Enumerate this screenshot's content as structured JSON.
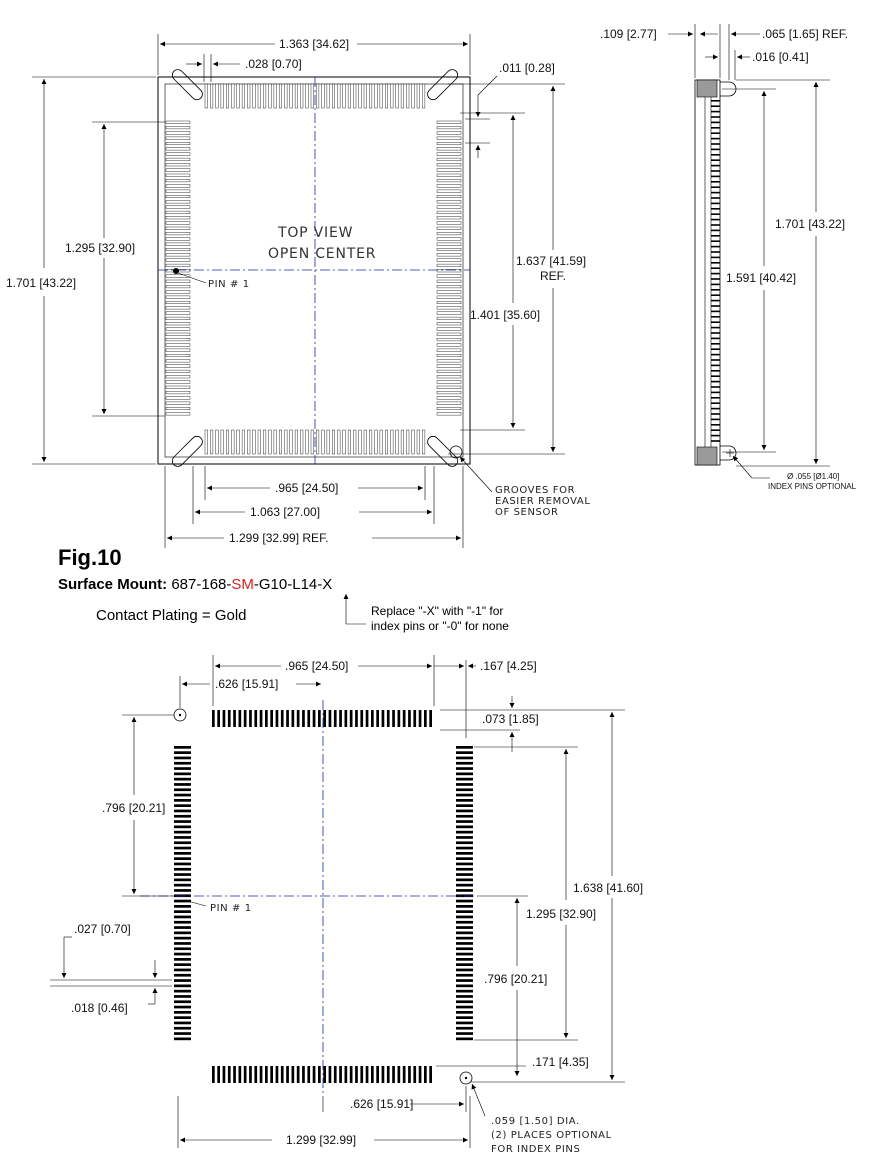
{
  "figure": {
    "title": "Fig.10",
    "part_label": "Surface Mount:",
    "part_prefix": " 687-168-",
    "part_highlight": "SM",
    "part_suffix": "-G10-L14-X",
    "highlight_color": "#e0201b",
    "plating": "Contact Plating = Gold",
    "replace_note_1": "Replace \"-X\" with \"-1\" for",
    "replace_note_2": "index pins or \"-0\" for none"
  },
  "top_view": {
    "label_1": "TOP VIEW",
    "label_2": "OPEN CENTER",
    "pin1": "PIN # 1",
    "dims": {
      "overall_width": "1.363 [34.62]",
      "pin_width": ".028 [0.70]",
      "gap": ".011 [0.28]",
      "overall_height": "1.701 [43.22]",
      "pin_span_left": "1.295 [32.90]",
      "ref_height": "1.637 [41.59]",
      "ref_label": "REF.",
      "inner_height": "1.401 [35.60]",
      "bottom_inner": ".965 [24.50]",
      "bottom_mid": "1.063 [27.00]",
      "bottom_ref": "1.299 [32.99] REF."
    },
    "grooves_1": "GROOVES FOR",
    "grooves_2": "EASIER REMOVAL",
    "grooves_3": "OF SENSOR"
  },
  "side_view": {
    "dims": {
      "left_top": ".109 [2.77]",
      "right_top": ".065 [1.65] REF.",
      "small": ".016 [0.41]",
      "overall": "1.701 [43.22]",
      "inner": "1.591 [40.42]"
    },
    "pin_note_1": "Ø .055 [Ø1.40]",
    "pin_note_2": "INDEX PINS OPTIONAL"
  },
  "footprint": {
    "pin1": "PIN # 1",
    "dims": {
      "top_span": ".965 [24.50]",
      "top_offset": ".626 [15.91]",
      "right_offset": ".167 [4.25]",
      "pad_len": ".073 [1.85]",
      "left_offset": ".796 [20.21]",
      "overall_h": "1.638 [41.60]",
      "pad_span": "1.295 [32.90]",
      "right_mid": ".796 [20.21]",
      "pitch": ".027 [0.70]",
      "pad_w": ".018 [0.46]",
      "bottom_pad": ".171 [4.35]",
      "bottom_offset": ".626 [15.91]",
      "overall_w": "1.299 [32.99]"
    },
    "hole_1": ".059 [1.50] DIA.",
    "hole_2": "(2) PLACES OPTIONAL",
    "hole_3": "FOR INDEX PINS"
  }
}
